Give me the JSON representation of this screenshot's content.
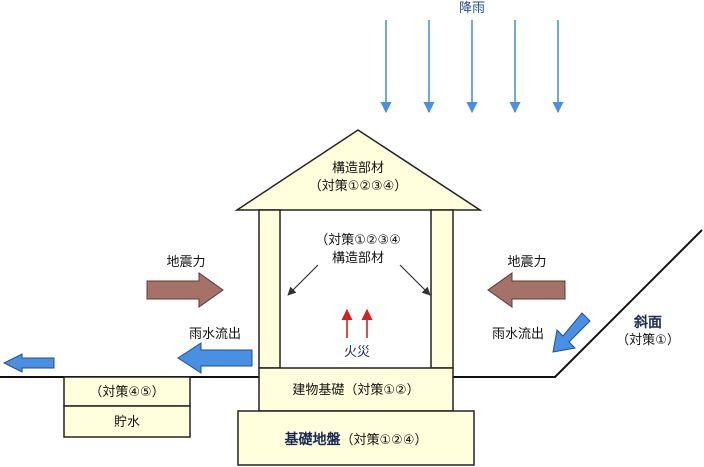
{
  "rain": "降雨",
  "roof": {
    "title": "構造部材",
    "measures": "（対策①②③④）"
  },
  "interior": {
    "measures": "（対策①②③④",
    "title": "構造部材",
    "fire": "火災"
  },
  "earthquake_left": "地震力",
  "earthquake_right": "地震力",
  "runoff_left": "雨水流出",
  "runoff_right": "雨水流出",
  "slope": {
    "title": "斜面",
    "measures": "（対策①）"
  },
  "building_foundation": "建物基礎（対策①②）",
  "ground": {
    "title": "基礎地盤",
    "measures": "（対策①②④）"
  },
  "storage": {
    "measures": "（対策④⑤）",
    "title": "貯水"
  },
  "colors": {
    "cream": "#ffffdd",
    "outline": "#222222",
    "rain_blue": "#4a90e2",
    "arrow_blue": "#4a90e2",
    "arrow_brown": "#a5726a",
    "fire_red": "#d62020"
  }
}
